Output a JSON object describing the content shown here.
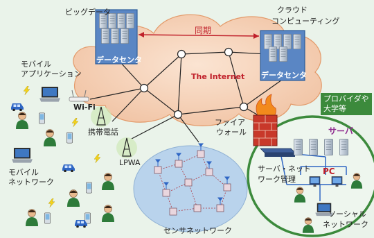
{
  "labels": {
    "bigdata": "ビッグデータ",
    "cloud_line1": "クラウド",
    "cloud_line2": "コンピューティング",
    "sync": "同期",
    "datacenter_left": "データセンタ",
    "datacenter_right": "データセンタ",
    "internet": "The Internet",
    "mobile_app_line1": "モバイル",
    "mobile_app_line2": "アプリケーション",
    "wifi": "Wi-Fi",
    "mobile_phone": "携帯電話",
    "lpwa": "LPWA",
    "mobile_net_line1": "モバイル",
    "mobile_net_line2": "ネットワーク",
    "firewall_line1": "ファイア",
    "firewall_line2": "ウォール",
    "provider_line1": "プロバイダや",
    "provider_line2": "大学等",
    "server": "サーバ",
    "pc": "PC",
    "server_net_line1": "サーバ・ネット",
    "server_net_line2": "ワーク管理",
    "sensor_net": "センサネットワーク",
    "social_line1": "ソーシャル",
    "social_line2": "ネットワーク"
  },
  "colors": {
    "cloud_fill": "#f6d2b8",
    "cloud_stroke": "#e39a6a",
    "sensor_fill": "#b9d3ec",
    "provider_ring": "#3c8a3c",
    "provider_badge": "#3c8a3c",
    "datacenter_box": "#4a77b4",
    "sync_arrow": "#c0202a",
    "internet_text": "#c0202a",
    "sensor_node": "#b07a8e",
    "server_text": "#8e2a8e",
    "pc_text": "#c0202a"
  },
  "icons": [
    "server-rack-icon",
    "phone-icon",
    "laptop-icon",
    "person-icon",
    "car-icon",
    "antenna-icon",
    "wifi-router-icon",
    "firewall-icon",
    "switch-icon",
    "lightning-icon",
    "monitor-icon"
  ]
}
